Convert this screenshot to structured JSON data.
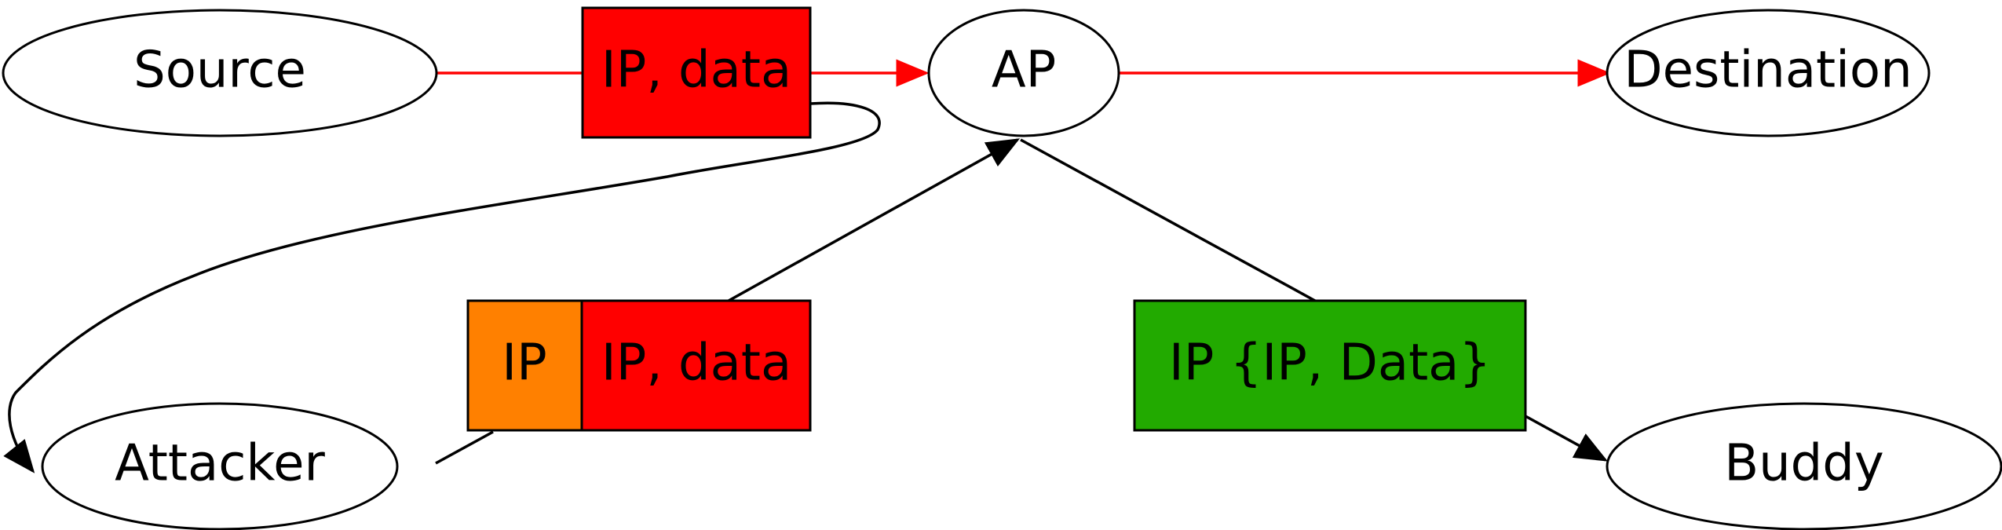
{
  "nodes": {
    "source": "Source",
    "ap": "AP",
    "destination": "Destination",
    "attacker": "Attacker",
    "buddy": "Buddy"
  },
  "packets": {
    "top_packet": "IP, data",
    "attacker_outer": "IP",
    "attacker_inner": "IP, data",
    "buddy_packet": "IP {IP, Data}"
  },
  "colors": {
    "red": "#ff0000",
    "orange": "#ff8000",
    "green": "#22aa00",
    "black": "#000000"
  }
}
